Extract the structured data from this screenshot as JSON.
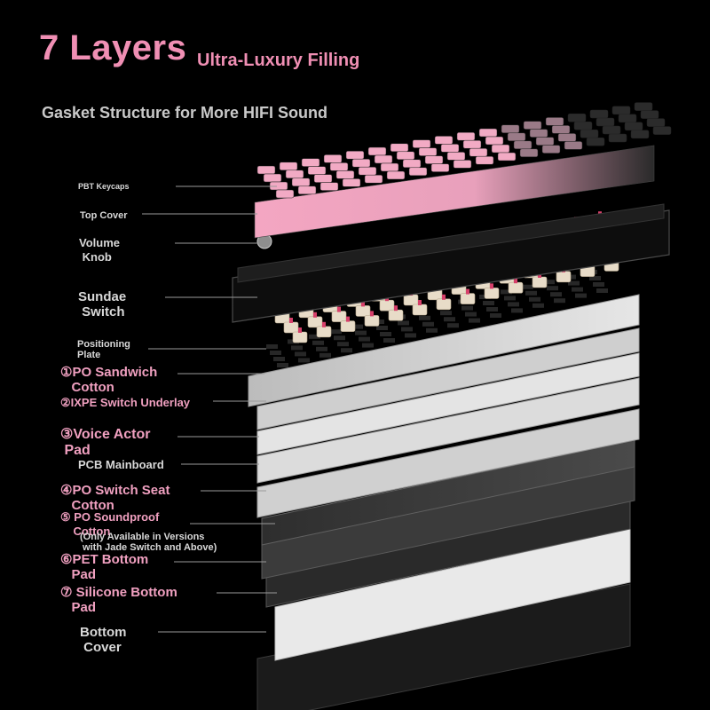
{
  "heading": {
    "title": "7 Layers",
    "title_suffix": "Ultra-Luxury Filling",
    "subtitle": "Gasket Structure for More HIFI Sound"
  },
  "labels": {
    "pbt_keycaps": "PBT Keycaps",
    "top_cover": "Top Cover",
    "volume_knob": "Volume\n Knob",
    "sundae_switch": "Sundae\n Switch",
    "positioning_plate": "Positioning\nPlate",
    "po_sandwich_cotton": "①PO Sandwich\n   Cotton",
    "ixpe_switch_underlay": "②IXPE Switch Underlay",
    "voice_actor_pad": "③Voice Actor\n Pad",
    "pcb_mainboard": "PCB Mainboard",
    "po_switch_seat_cotton": "④PO Switch Seat\n   Cotton",
    "po_soundproof_cotton": "⑤ PO Soundproof\n    Cotton",
    "po_soundproof_note": "(Only Available in Versions\n with Jade Switch and Above)",
    "pet_bottom_pad": "⑥PET Bottom\n   Pad",
    "silicone_bottom_pad": "⑦ Silicone Bottom\n   Pad",
    "bottom_cover": "Bottom\n Cover"
  },
  "colors": {
    "accent_pink": "#f08fb4",
    "label_grey": "#d8d8d8",
    "background": "#000000"
  }
}
